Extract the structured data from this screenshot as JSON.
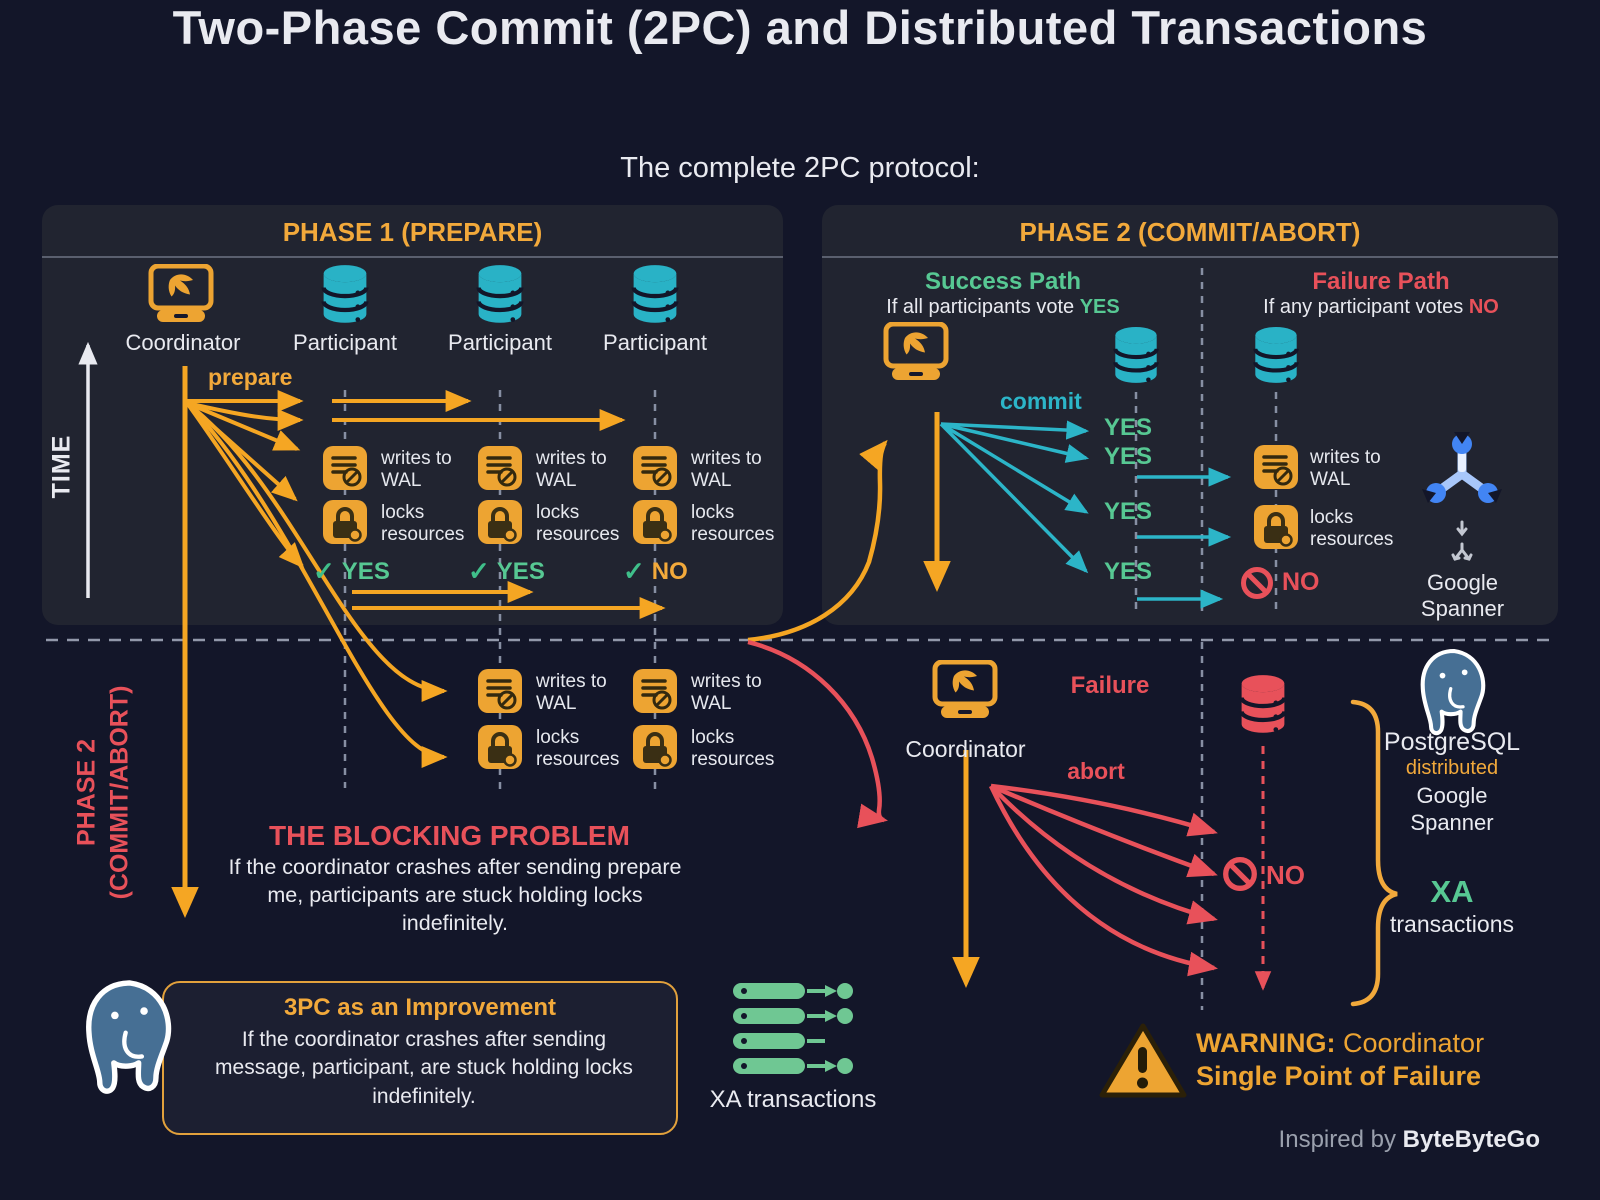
{
  "title": "Two-Phase Commit (2PC) and Distributed Transactions",
  "subtitle": "The complete 2PC protocol:",
  "colors": {
    "orange": "#f5a623",
    "teal": "#2cb5c8",
    "green": "#57c893",
    "red": "#e8515a"
  },
  "phase1": {
    "header": "PHASE 1 (PREPARE)",
    "time_axis": "TIME",
    "coordinator": "Coordinator",
    "participants": [
      "Participant",
      "Participant",
      "Participant"
    ],
    "prepare": "prepare",
    "wal": "writes to WAL",
    "locks": "locks resources",
    "votes": [
      "YES",
      "YES",
      "NO"
    ]
  },
  "phase2": {
    "header": "PHASE 2 (COMMIT/ABORT)",
    "success_title": "Success Path",
    "success_condition": {
      "prefix": "If all participants vote ",
      "highlight": "YES"
    },
    "failure_title": "Failure Path",
    "failure_condition": {
      "prefix": "If any participant votes ",
      "highlight": "NO"
    },
    "commit": "commit",
    "votes": [
      "YES",
      "YES",
      "YES",
      "YES"
    ],
    "wal": "writes to WAL",
    "locks": "locks resources",
    "no": "NO",
    "spanner_caption": "Google Spanner"
  },
  "lower": {
    "side_label": {
      "line1": "PHASE 2",
      "line2": "(COMMIT/ABORT)"
    },
    "wal": "writes to WAL",
    "locks": "locks resources",
    "blocking_title": "THE BLOCKING PROBLEM",
    "blocking_body": "If the coordinator crashes after sending prepare me, participants are stuck holding locks indefinitely.",
    "threepc_title": "3PC as an Improvement",
    "threepc_body": "If the coordinator crashes after sending message, participant, are stuck holding locks indefinitely.",
    "xa_caption": "XA transactions",
    "failure_label": "Failure",
    "coordinator": "Coordinator",
    "abort": "abort",
    "no": "NO",
    "stack": {
      "postgresql": "PostgreSQL",
      "distributed": "distributed",
      "google": "Google",
      "spanner": "Spanner",
      "xa": "XA",
      "transactions": "transactions"
    },
    "warning": {
      "bold": "WARNING:",
      "rest": " Coordinator",
      "line2": "Single Point of Failure"
    },
    "credit": {
      "prefix": "Inspired by ",
      "brand": "ByteByteGo"
    }
  }
}
